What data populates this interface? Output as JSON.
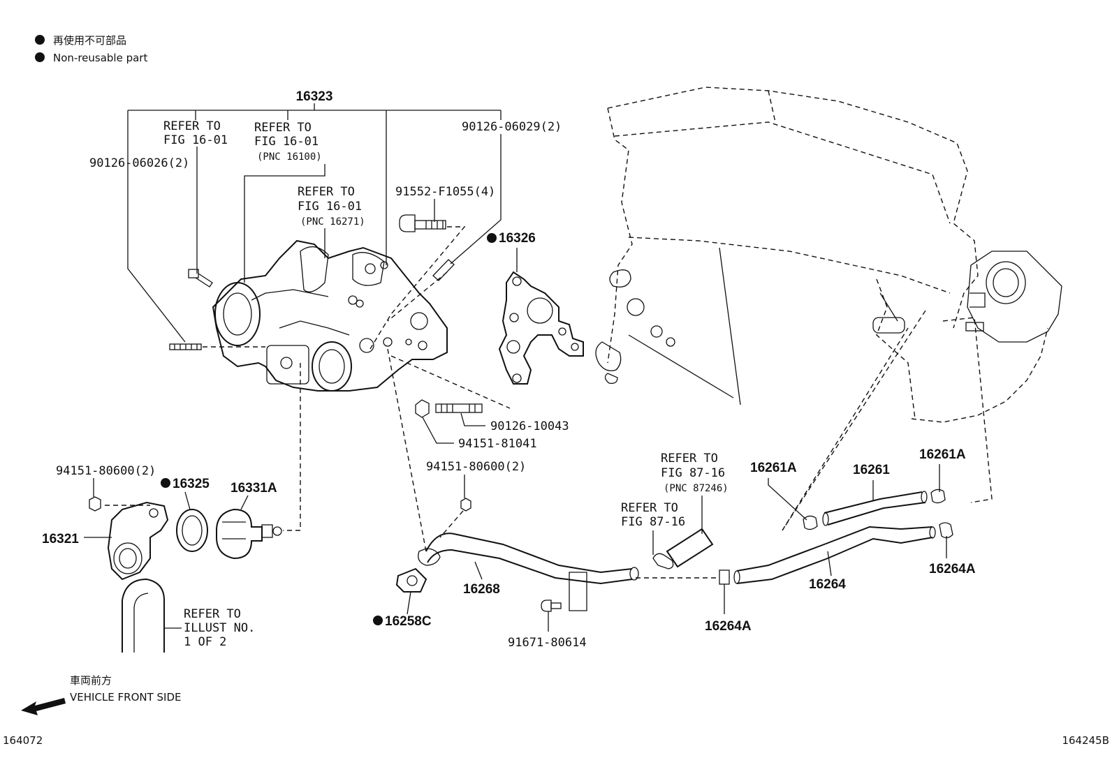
{
  "legend": {
    "japanese": "再使用不可部品",
    "english": "Non-reusable part",
    "bullet_icon": "filled-circle-icon"
  },
  "labels": {
    "p16323": "16323",
    "refer_left_l1": "REFER TO",
    "refer_left_l2": "FIG 16-01",
    "refer_mid_l1": "REFER TO",
    "refer_mid_l2": "FIG 16-01",
    "refer_mid_l3": "(PNC 16100)",
    "p90126_06026": "90126-06026(2)",
    "refer_pump_l1": "REFER TO",
    "refer_pump_l2": "FIG 16-01",
    "refer_pump_l3": "(PNC 16271)",
    "p90126_06029": "90126-06029(2)",
    "p91552_F1055": "91552-F1055(4)",
    "p16326": "16326",
    "p90126_10043": "90126-10043",
    "p94151_81041": "94151-81041",
    "p94151_80600_left": "94151-80600(2)",
    "p16325": "16325",
    "p16331A": "16331A",
    "p16321": "16321",
    "refer_illust_l1": "REFER TO",
    "refer_illust_l2": "ILLUST NO.",
    "refer_illust_l3": "1 OF 2",
    "p94151_80600_center": "94151-80600(2)",
    "p16268": "16268",
    "p16258C": "16258C",
    "p91671_80614": "91671-80614",
    "refer_8716a_l1": "REFER TO",
    "refer_8716a_l2": "FIG 87-16",
    "refer_8716a_l3": "(PNC 87246)",
    "refer_8716b_l1": "REFER TO",
    "refer_8716b_l2": "FIG 87-16",
    "p16264A_lower": "16264A",
    "p16264": "16264",
    "p16261A_left": "16261A",
    "p16261": "16261",
    "p16261A_right": "16261A",
    "p16264A_right": "16264A"
  },
  "non_reusable_parts": [
    "16326",
    "16325",
    "16258C"
  ],
  "front": {
    "japanese": "車両前方",
    "english": "VEHICLE FRONT SIDE",
    "arrow_icon": "arrow-left-icon"
  },
  "footer": {
    "left": "164072",
    "right": "164245B"
  }
}
